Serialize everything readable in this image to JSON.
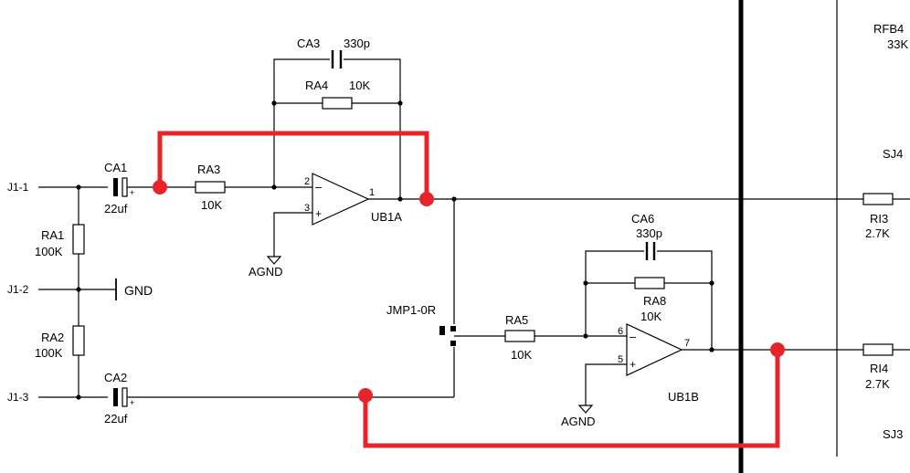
{
  "connectors": {
    "j1_1": "J1-1",
    "j1_2": "J1-2",
    "j1_3": "J1-3",
    "gnd": "GND"
  },
  "resistors": {
    "ra1": {
      "name": "RA1",
      "value": "100K"
    },
    "ra2": {
      "name": "RA2",
      "value": "100K"
    },
    "ra3": {
      "name": "RA3",
      "value": "10K"
    },
    "ra4": {
      "name": "RA4",
      "value": "10K"
    },
    "ra5": {
      "name": "RA5",
      "value": "10K"
    },
    "ra8": {
      "name": "RA8",
      "value": "10K"
    },
    "ri3": {
      "name": "RI3",
      "value": "2.7K"
    },
    "ri4": {
      "name": "RI4",
      "value": "2.7K"
    },
    "rfb4": {
      "name": "RFB4",
      "value": "33K"
    }
  },
  "capacitors": {
    "ca1": {
      "name": "CA1",
      "value": "22uf"
    },
    "ca2": {
      "name": "CA2",
      "value": "22uf"
    },
    "ca3": {
      "name": "CA3",
      "value": "330p"
    },
    "ca6": {
      "name": "CA6",
      "value": "330p"
    }
  },
  "opamps": {
    "ub1a": {
      "name": "UB1A",
      "pin_minus": "2",
      "pin_plus": "3",
      "pin_out": "1",
      "minus_sign": "–",
      "plus_sign": "+"
    },
    "ub1b": {
      "name": "UB1B",
      "pin_minus": "6",
      "pin_plus": "5",
      "pin_out": "7",
      "minus_sign": "–",
      "plus_sign": "+"
    }
  },
  "grounds": {
    "agnd1": "AGND",
    "agnd2": "AGND"
  },
  "jumper": {
    "name": "JMP1-0R"
  },
  "summing_junctions": {
    "sj4": "SJ4",
    "sj3": "SJ3"
  },
  "polarity": {
    "ca1_plus": "+",
    "ca2_plus": "+"
  },
  "colors": {
    "wire": "#000000",
    "highlight": "#e8242b",
    "background": "#ffffff"
  }
}
